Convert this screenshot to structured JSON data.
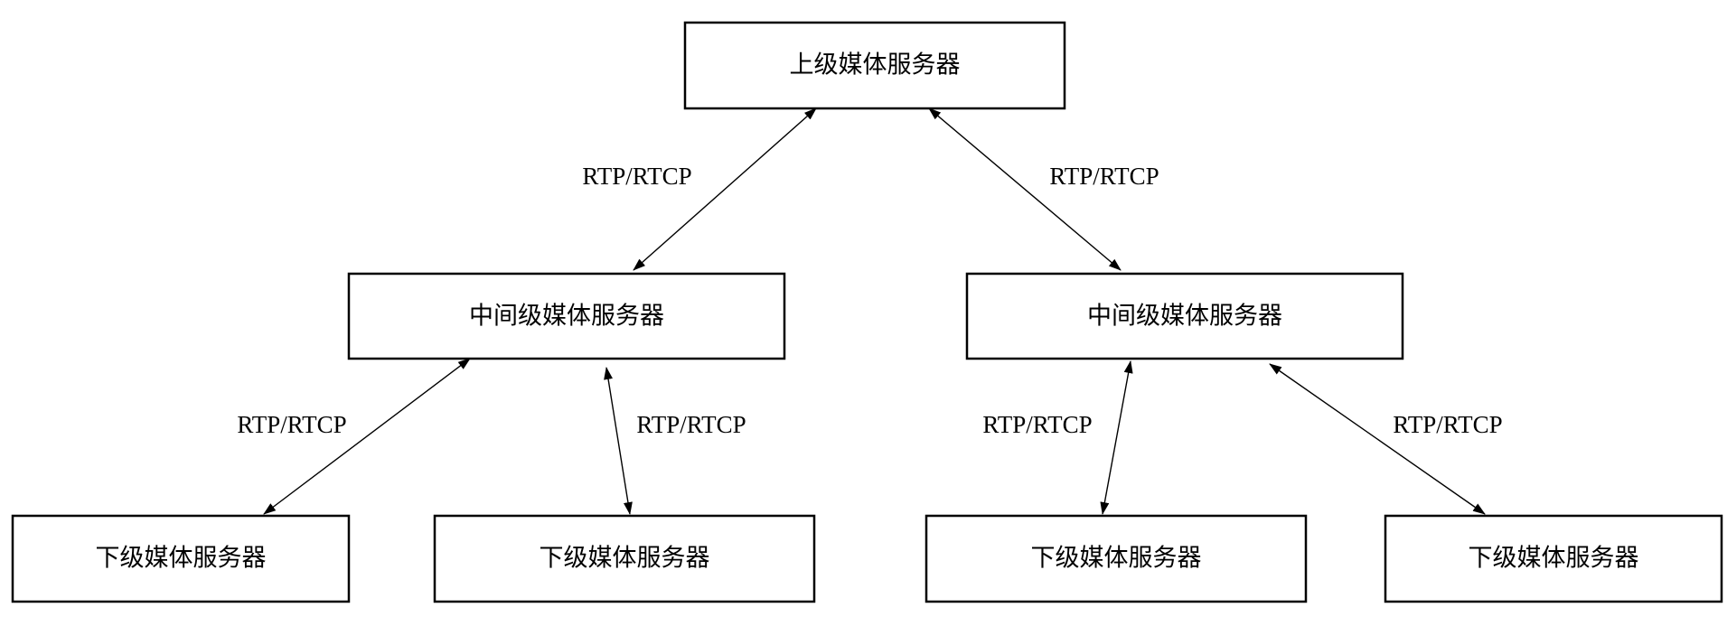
{
  "nodes": {
    "top": {
      "label": "上级媒体服务器"
    },
    "mid_left": {
      "label": "中间级媒体服务器"
    },
    "mid_right": {
      "label": "中间级媒体服务器"
    },
    "low_1": {
      "label": "下级媒体服务器"
    },
    "low_2": {
      "label": "下级媒体服务器"
    },
    "low_3": {
      "label": "下级媒体服务器"
    },
    "low_4": {
      "label": "下级媒体服务器"
    }
  },
  "edges": {
    "top_mid_left": {
      "label": "RTP/RTCP"
    },
    "top_mid_right": {
      "label": "RTP/RTCP"
    },
    "mid_left_low_1": {
      "label": "RTP/RTCP"
    },
    "mid_left_low_2": {
      "label": "RTP/RTCP"
    },
    "mid_right_low_3": {
      "label": "RTP/RTCP"
    },
    "mid_right_low_4": {
      "label": "RTP/RTCP"
    }
  }
}
